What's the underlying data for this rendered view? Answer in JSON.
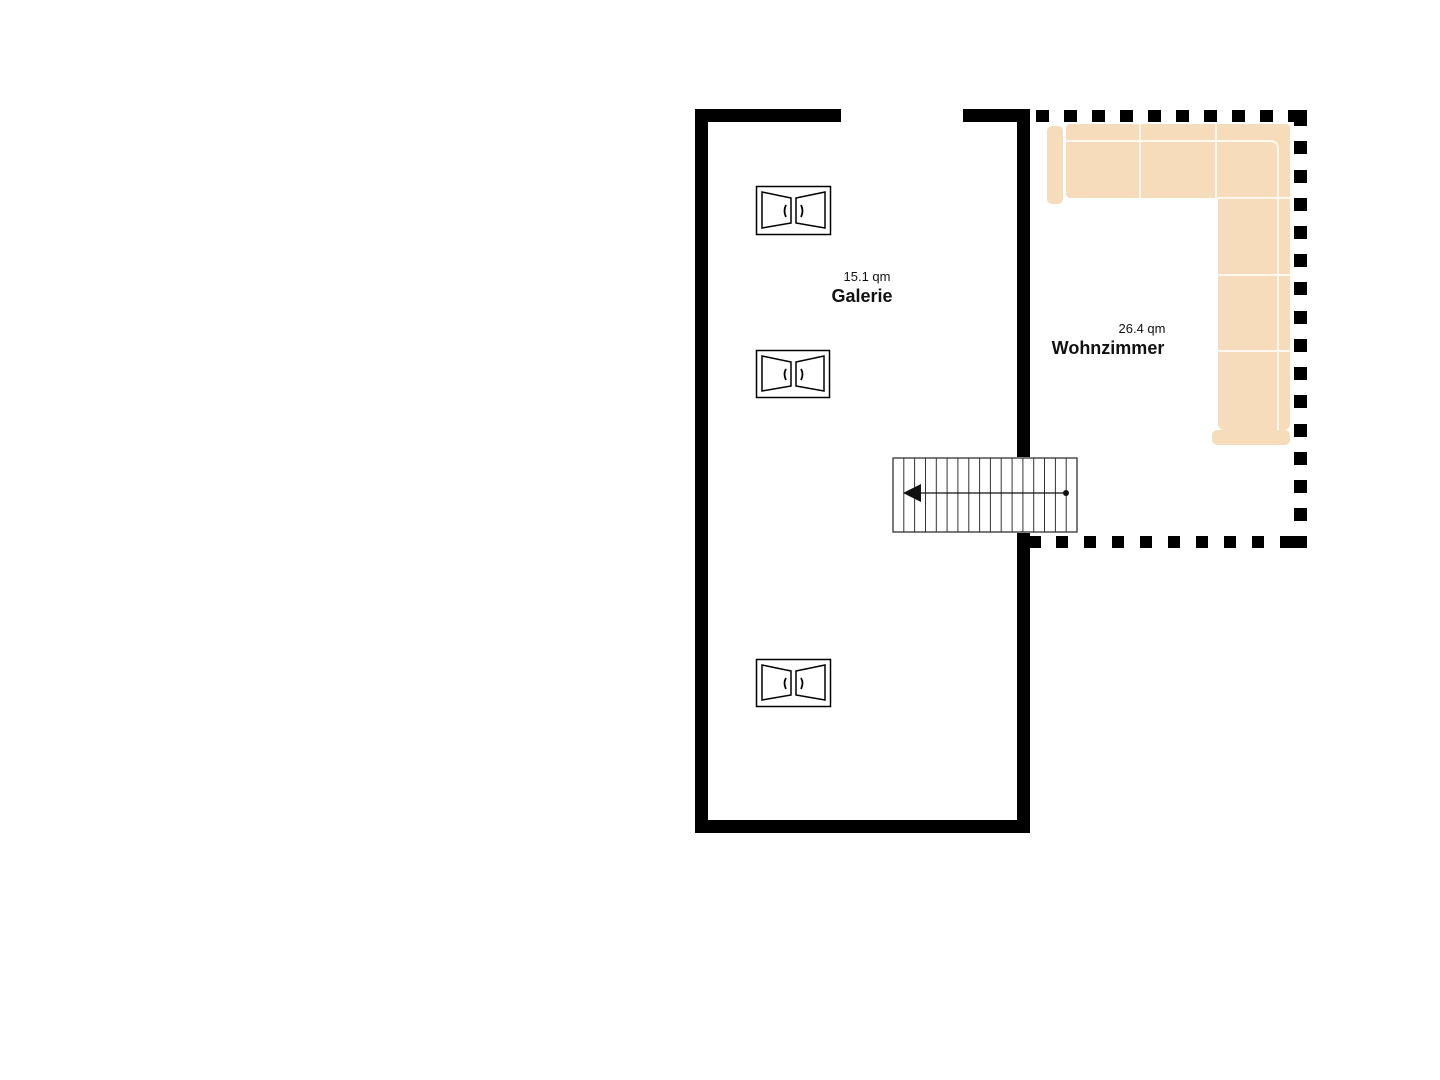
{
  "floorplan": {
    "rooms": [
      {
        "name": "Galerie",
        "area": "15.1 qm"
      },
      {
        "name": "Wohnzimmer",
        "area": "26.4 qm"
      }
    ],
    "colors": {
      "wall": "#000000",
      "sofa": "#f7dcbb",
      "background": "#ffffff"
    },
    "fixtures": {
      "windows": 3,
      "staircase": "stair-up-arrow-left",
      "sofa": "corner-sofa"
    }
  }
}
